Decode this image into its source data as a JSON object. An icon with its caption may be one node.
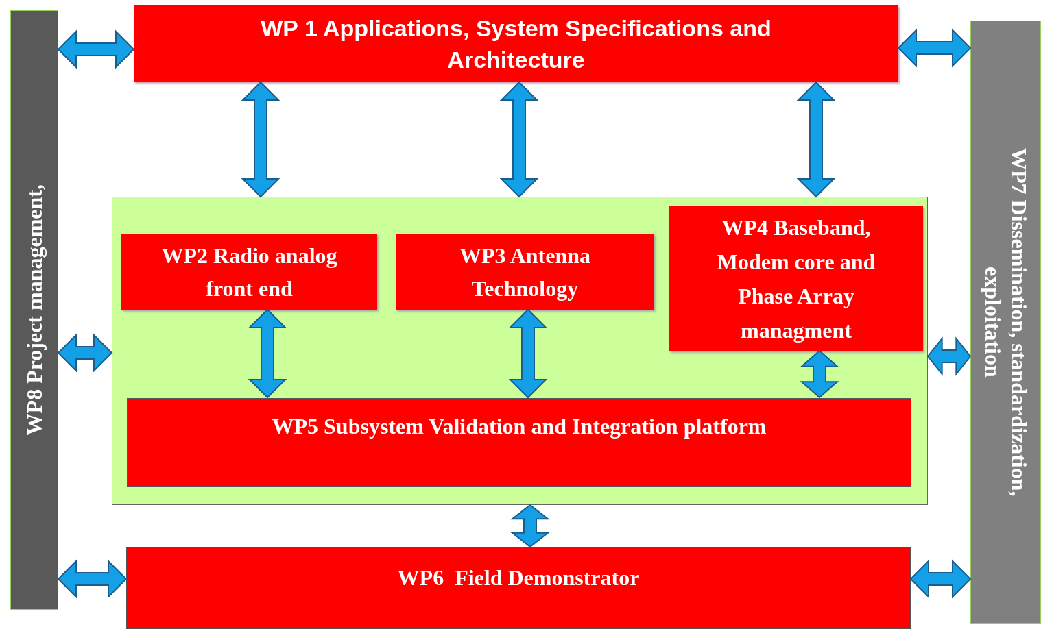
{
  "diagram": {
    "nodes": [
      {
        "text": [
          "WP8 Project management,"
        ]
      },
      {
        "text": [
          "WP 1 Applications, System Specifications and Architecture"
        ]
      },
      {
        "text": [
          "WP7 Dissemination, standardization, exploitation"
        ]
      },
      {
        "text": [],
        "shape": "box"
      },
      {
        "text": [
          "WP2 Radio analog front end"
        ],
        "in": 3
      },
      {
        "text": [
          "WP3 Antenna Technology"
        ],
        "in": 3
      },
      {
        "text": [
          "WP4 Baseband, Modem core and Phase Array managment"
        ],
        "in": 3
      },
      {
        "text": [
          "WP5 Subsystem Validation and Integration platform"
        ],
        "in": 3
      },
      {
        "text": [
          "WP6  Field Demonstrator"
        ]
      }
    ],
    "edges": [
      {
        "from": 0,
        "to": 1,
        "arrow": "both"
      },
      {
        "from": 1,
        "to": 2,
        "arrow": "both"
      },
      {
        "from": 1,
        "to": 3,
        "arrow": "both"
      },
      {
        "from": 1,
        "to": 3,
        "arrow": "both"
      },
      {
        "from": 1,
        "to": 3,
        "arrow": "both"
      },
      {
        "from": 4,
        "to": 7,
        "arrow": "both"
      },
      {
        "from": 5,
        "to": 7,
        "arrow": "both"
      },
      {
        "from": 6,
        "to": 7,
        "arrow": "both"
      },
      {
        "from": 0,
        "to": 3,
        "arrow": "both"
      },
      {
        "from": 3,
        "to": 2,
        "arrow": "both"
      },
      {
        "from": 3,
        "to": 8,
        "arrow": "both"
      },
      {
        "from": 0,
        "to": 8,
        "arrow": "both"
      },
      {
        "from": 8,
        "to": 2,
        "arrow": "both"
      }
    ]
  }
}
